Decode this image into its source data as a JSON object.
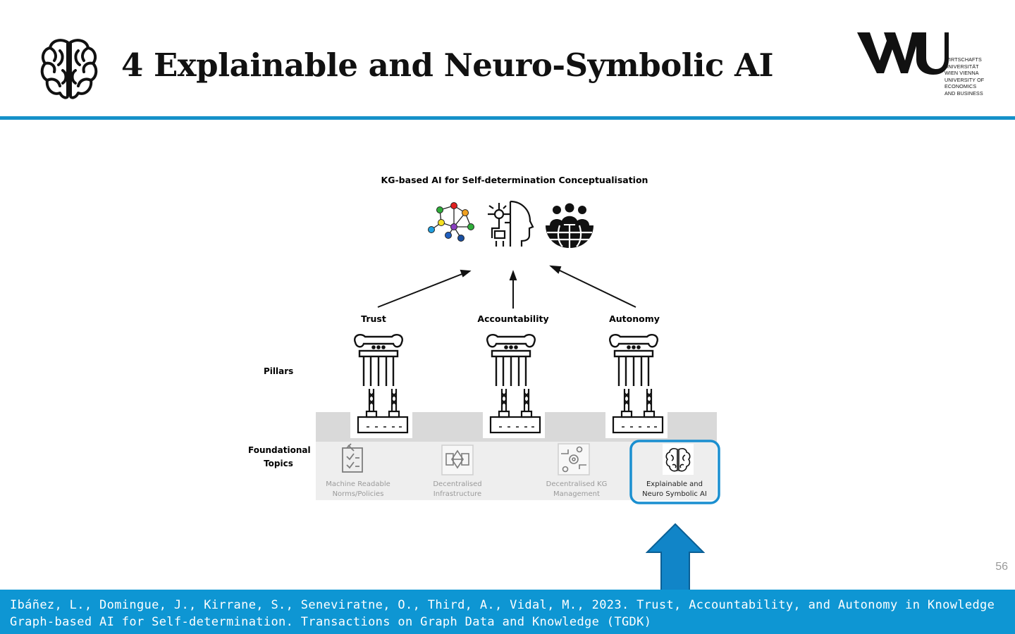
{
  "slide": {
    "title": "4 Explainable and Neuro-Symbolic AI",
    "page_number": "56"
  },
  "logo": {
    "mark": "WU",
    "lines": [
      "WIRTSCHAFTS",
      "UNIVERSITÄT",
      "WIEN VIENNA",
      "UNIVERSITY OF",
      "ECONOMICS",
      "AND BUSINESS"
    ]
  },
  "diagram": {
    "title": "KG-based AI for Self-determination Conceptualisation",
    "top_icons": [
      "knowledge-graph-icon",
      "ai-head-icon",
      "community-globe-icon"
    ],
    "pillars": [
      {
        "label": "Trust"
      },
      {
        "label": "Accountability"
      },
      {
        "label": "Autonomy"
      }
    ],
    "row_labels": {
      "pillars": "Pillars",
      "foundational_line1": "Foundational",
      "foundational_line2": "Topics"
    },
    "topics": [
      {
        "line1": "Machine Readable",
        "line2": "Norms/Policies",
        "icon": "checklist-gavel-icon",
        "highlighted": false
      },
      {
        "line1": "Decentralised",
        "line2": "Infrastructure",
        "icon": "network-devices-icon",
        "highlighted": false
      },
      {
        "line1": "Decentralised KG",
        "line2": "Management",
        "icon": "people-gear-icon",
        "highlighted": false
      },
      {
        "line1": "Explainable and",
        "line2": "Neuro Symbolic AI",
        "icon": "brain-icon",
        "highlighted": true
      }
    ]
  },
  "footer": {
    "citation": "Ibáñez, L., Domingue, J., Kirrane, S., Seneviratne, O., Third, A., Vidal, M., 2023. Trust, Accountability, and Autonomy in Knowledge Graph-based AI for Self-determination. Transactions on Graph Data and Knowledge (TGDK)"
  },
  "colors": {
    "accent": "#1591c9",
    "footer": "#0e96d3",
    "highlight_border": "#1a8fd0",
    "arrow_fill": "#1185c8"
  }
}
